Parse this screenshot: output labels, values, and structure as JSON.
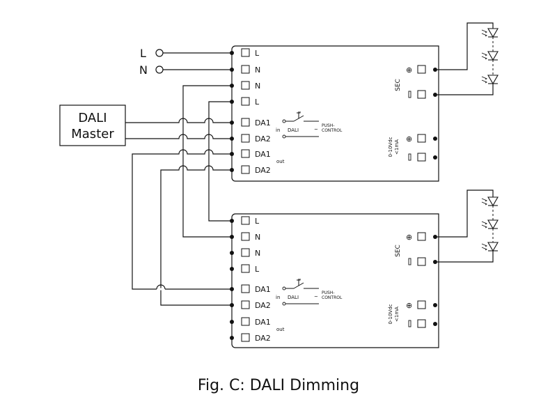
{
  "mains": {
    "l": "L",
    "n": "N"
  },
  "master": {
    "line1": "DALI",
    "line2": "Master"
  },
  "driver1": {
    "terminals": [
      "L",
      "N",
      "N",
      "L",
      "DA1",
      "DA2",
      "DA1",
      "DA2"
    ],
    "in_label": "in",
    "out_label": "out",
    "dali_label": "DALI",
    "push1": "PUSH-",
    "push2": "CONTROL",
    "sec_label": "SEC",
    "ctl1": "0-10Vdc",
    "ctl2": "<1mA"
  },
  "driver2": {
    "terminals": [
      "L",
      "N",
      "N",
      "L",
      "DA1",
      "DA2",
      "DA1",
      "DA2"
    ],
    "in_label": "in",
    "out_label": "out",
    "dali_label": "DALI",
    "push1": "PUSH-",
    "push2": "CONTROL",
    "sec_label": "SEC",
    "ctl1": "0-10Vdc",
    "ctl2": "<1mA"
  },
  "caption": "Fig. C: DALI Dimming"
}
